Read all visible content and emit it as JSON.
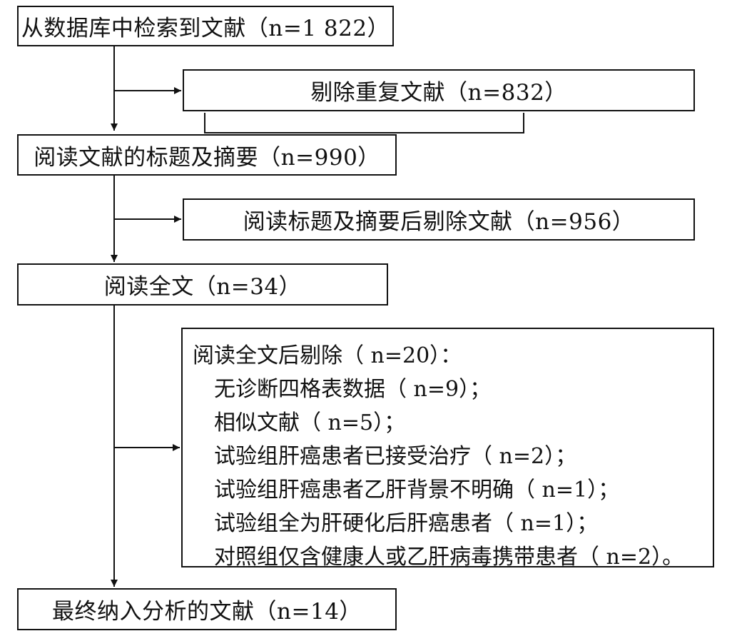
{
  "flow": {
    "step1": "从数据库中检索到文献（n=1 822）",
    "exclude1": "剔除重复文献（n=832）",
    "step2": "阅读文献的标题及摘要（n=990）",
    "exclude2": "阅读标题及摘要后剔除文献（n=956）",
    "step3": "阅读全文（n=34）",
    "exclude3": {
      "title": "阅读全文后剔除（ n=20）：",
      "reasons": [
        "无诊断四格表数据（ n=9）；",
        "相似文献（ n=5）；",
        "试验组肝癌患者已接受治疗（ n=2）；",
        "试验组肝癌患者乙肝背景不明确（ n=1）；",
        "试验组全为肝硬化后肝癌患者（ n=1）；",
        "对照组仅含健康人或乙肝病毒携带患者（ n=2）。"
      ]
    },
    "final": "最终纳入分析的文献（n=14）"
  }
}
